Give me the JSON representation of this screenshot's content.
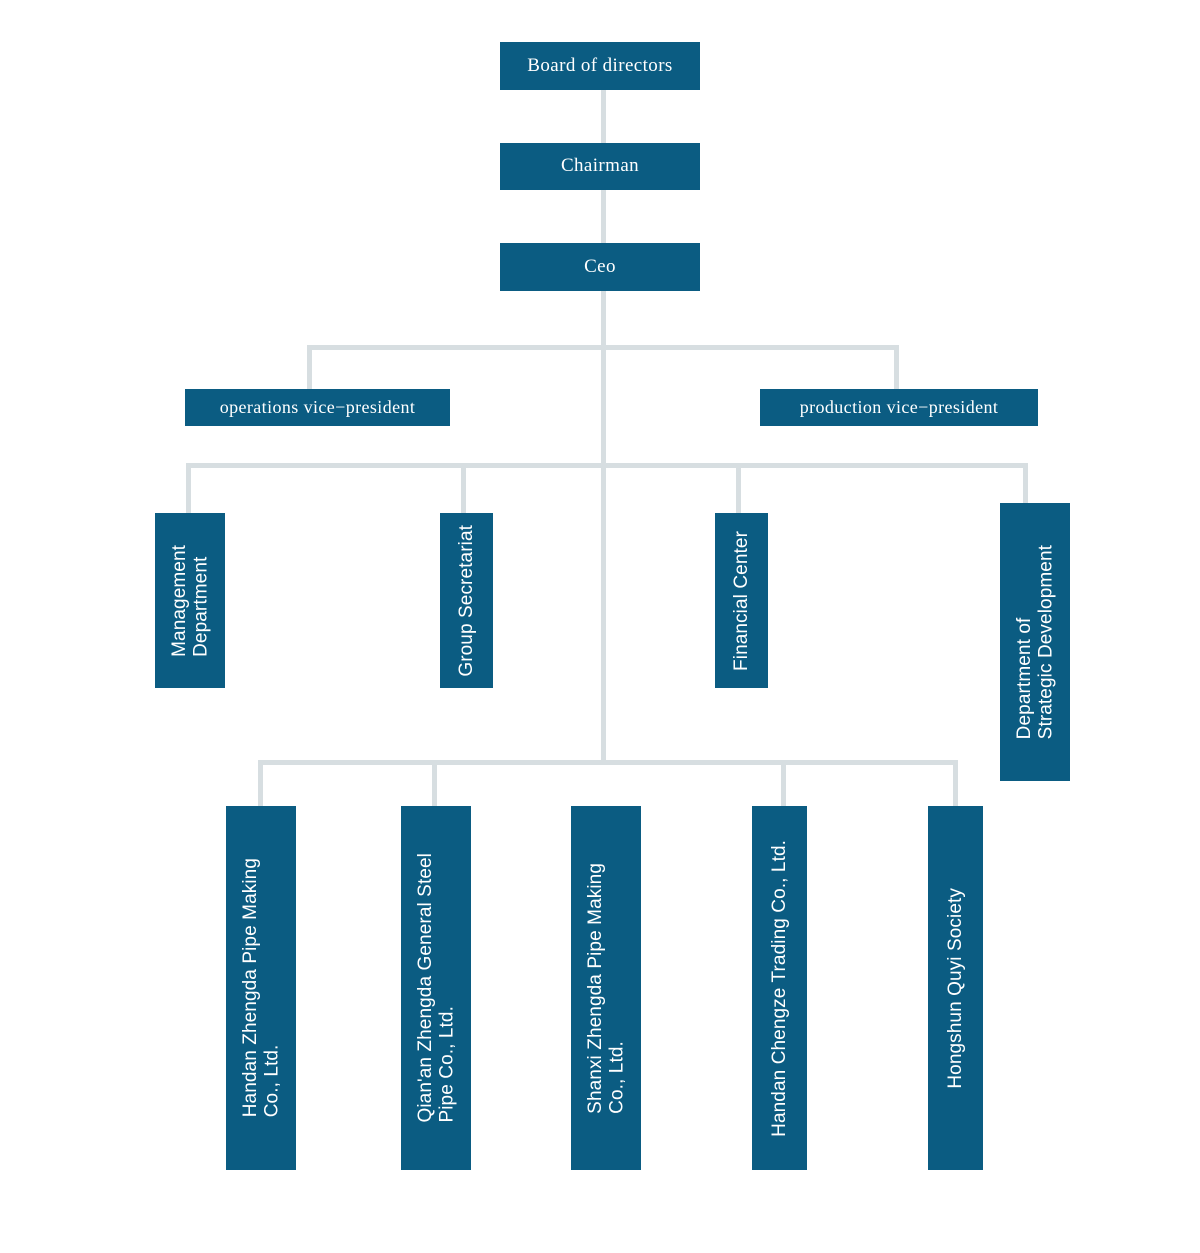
{
  "chart_meta": {
    "title": "Company organizational structure chart",
    "type": "org-chart",
    "box_color": "#0b5c82",
    "connector_color": "#d7dee1",
    "text_color": "#ffffff",
    "background": "#ffffff"
  },
  "nodes": {
    "board": {
      "label": "Board of directors"
    },
    "chairman": {
      "label": "Chairman"
    },
    "ceo": {
      "label": "Ceo"
    },
    "operations_vp": {
      "label": "operations vice−president"
    },
    "production_vp": {
      "label": "production vice−president"
    }
  },
  "departments": [
    {
      "label": "Management\nDepartment"
    },
    {
      "label": "Group Secretariat"
    },
    {
      "label": "Financial Center"
    },
    {
      "label": "Department of\nStrategic Development"
    }
  ],
  "subsidiaries": [
    {
      "label": "Handan Zhengda Pipe Making\nCo., Ltd."
    },
    {
      "label": "Qian'an Zhengda General Steel\nPipe Co., Ltd."
    },
    {
      "label": "Shanxi Zhengda Pipe Making\nCo., Ltd."
    },
    {
      "label": "Handan Chengze Trading Co., Ltd."
    },
    {
      "label": "Hongshun Quyi Society"
    }
  ]
}
